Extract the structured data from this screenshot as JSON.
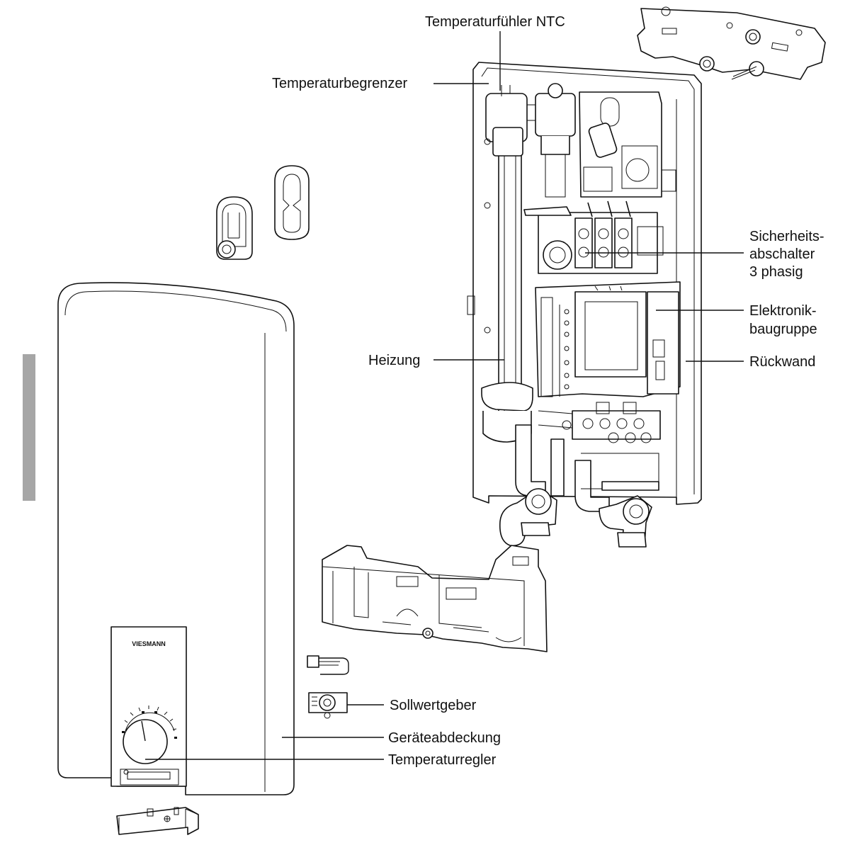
{
  "diagram": {
    "labels": {
      "temperaturfuehler": "Temperaturfühler NTC",
      "temperaturbegrenzer": "Temperaturbegrenzer",
      "sicherheitsabschalter": [
        "Sicherheits-",
        "abschalter",
        "3 phasig"
      ],
      "elektronikbaugruppe": [
        "Elektronik-",
        "baugruppe"
      ],
      "heizung": "Heizung",
      "rueckwand": "Rückwand",
      "sollwertgeber": "Sollwertgeber",
      "geraeteabdeckung": "Geräteabdeckung",
      "temperaturregler": "Temperaturregler"
    },
    "brand": "VIESMANN",
    "colors": {
      "line": "#111111",
      "side_bar": "#a6a6a6",
      "background": "#ffffff"
    }
  }
}
